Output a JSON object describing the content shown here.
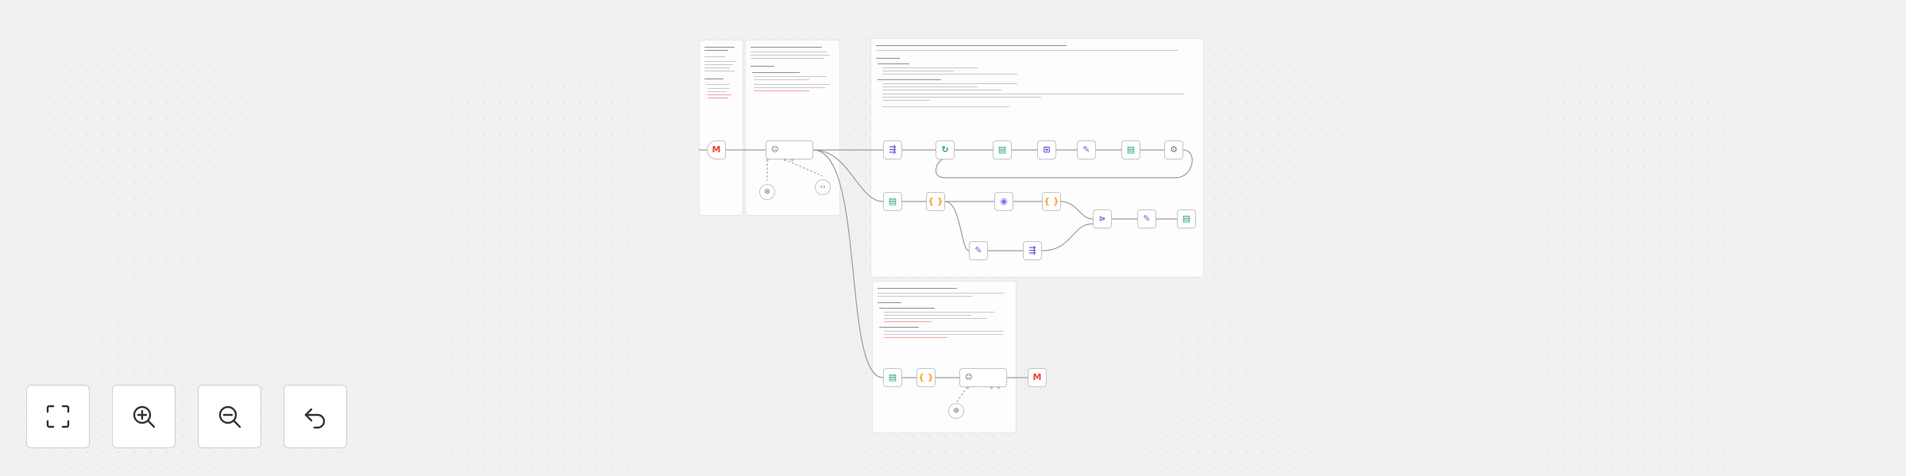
{
  "sticky_notes": [
    {
      "id": "note-intro",
      "title": ""
    },
    {
      "id": "note-agent",
      "title": ""
    },
    {
      "id": "note-branch-1",
      "title": ""
    },
    {
      "id": "note-branch-3",
      "title": ""
    }
  ],
  "nodes": [
    {
      "id": "gmail-trigger",
      "icon": "gmail-icon",
      "label": ""
    },
    {
      "id": "ai-agent",
      "icon": "robot-icon",
      "label": ""
    },
    {
      "id": "chat-model",
      "icon": "brain-icon",
      "label": ""
    },
    {
      "id": "output-parser",
      "icon": "code-icon",
      "label": ""
    },
    {
      "id": "if-1",
      "icon": "filter-icon",
      "label": ""
    },
    {
      "id": "loop-1",
      "icon": "loop-icon",
      "label": ""
    },
    {
      "id": "sheets-1",
      "icon": "sheets-icon",
      "label": ""
    },
    {
      "id": "drive-1",
      "icon": "grid-icon",
      "label": ""
    },
    {
      "id": "edit-1",
      "icon": "pencil-icon",
      "label": ""
    },
    {
      "id": "sheets-2",
      "icon": "sheets-icon",
      "label": ""
    },
    {
      "id": "wait-1",
      "icon": "gear-icon",
      "label": ""
    },
    {
      "id": "sheets-3",
      "icon": "sheets-icon",
      "label": ""
    },
    {
      "id": "code-1",
      "icon": "braces-icon",
      "label": ""
    },
    {
      "id": "http-1",
      "icon": "globe-icon",
      "label": ""
    },
    {
      "id": "code-2",
      "icon": "braces-icon",
      "label": ""
    },
    {
      "id": "edit-2",
      "icon": "pencil-icon",
      "label": ""
    },
    {
      "id": "if-2",
      "icon": "filter-icon",
      "label": ""
    },
    {
      "id": "merge-1",
      "icon": "merge-icon",
      "label": ""
    },
    {
      "id": "edit-3",
      "icon": "pencil-icon",
      "label": ""
    },
    {
      "id": "sheets-4",
      "icon": "sheets-icon",
      "label": ""
    },
    {
      "id": "sheets-5",
      "icon": "sheets-icon",
      "label": ""
    },
    {
      "id": "code-3",
      "icon": "braces-icon",
      "label": ""
    },
    {
      "id": "ai-agent-2",
      "icon": "robot-icon",
      "label": ""
    },
    {
      "id": "gmail-send",
      "icon": "gmail-icon",
      "label": ""
    },
    {
      "id": "chat-model-2",
      "icon": "brain-icon",
      "label": ""
    }
  ],
  "toolbar": [
    {
      "id": "fit-view",
      "icon": "fit-view-icon"
    },
    {
      "id": "zoom-in",
      "icon": "zoom-in-icon"
    },
    {
      "id": "zoom-out",
      "icon": "zoom-out-icon"
    },
    {
      "id": "reset-zoom",
      "icon": "undo-icon"
    }
  ],
  "colors": {
    "canvas_bg": "#f1f1f1",
    "edge": "#9c9c9c",
    "gmail_red": "#ea4335",
    "sheets_green": "#1fa463",
    "code_orange": "#f5a623",
    "ai_purple": "#7b6cf6",
    "edit_purple": "#6b5fd3",
    "filter_purple": "#6b5fd3",
    "loop_green": "#2ea44f"
  }
}
